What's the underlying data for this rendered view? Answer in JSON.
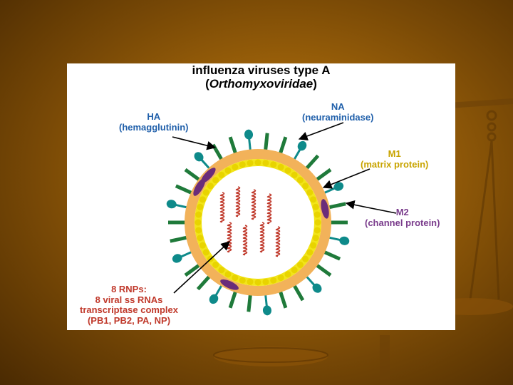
{
  "title": {
    "line1": "influenza viruses type A",
    "open_paren": "(",
    "family": "Orthomyxoviridae",
    "close_paren": ")"
  },
  "labels": {
    "ha": {
      "name": "HA",
      "desc": "(hemagglutinin)"
    },
    "na": {
      "name": "NA",
      "desc": "(neuraminidase)"
    },
    "m1": {
      "name": "M1",
      "desc": "(matrix protein)"
    },
    "m2": {
      "name": "M2",
      "desc": "(channel protein)"
    },
    "rnp": {
      "line1": "8 RNPs:",
      "line2": "8 viral ss RNAs",
      "line3": "transcriptase complex",
      "line4": "(PB1, PB2, PA, NP)"
    }
  },
  "colors": {
    "ha_spike": "#1f7a3a",
    "na_spike": "#0e8a8a",
    "matrix": "#f2e51a",
    "envelope": "#f2b25a",
    "m2_channel": "#6a2c7a",
    "rna": "#c0392b",
    "label_blue": "#1f5faa"
  }
}
